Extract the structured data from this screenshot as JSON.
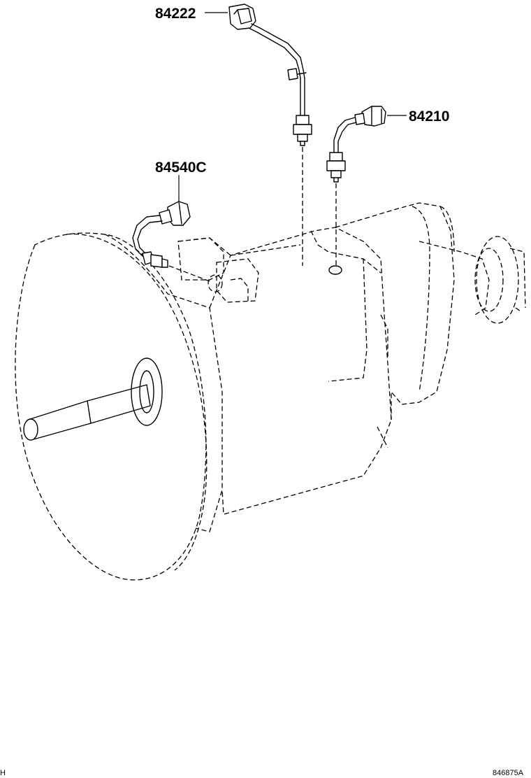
{
  "parts": [
    {
      "id": "sensor-top",
      "label": "84222"
    },
    {
      "id": "sensor-right",
      "label": "84210"
    },
    {
      "id": "sensor-left",
      "label": "84540C"
    }
  ],
  "footer": {
    "left_code": "H",
    "right_code": "846875A"
  }
}
